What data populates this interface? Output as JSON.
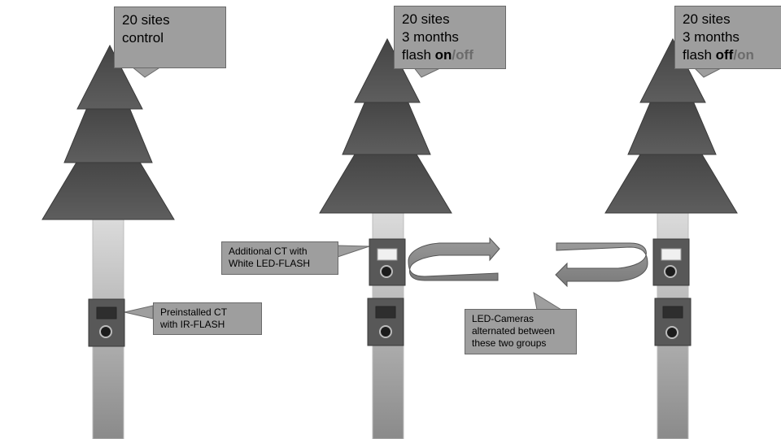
{
  "callouts": {
    "control": {
      "line1": "20 sites",
      "line2": "control"
    },
    "group_a": {
      "line1": "20 sites",
      "line2": "3 months",
      "flash_prefix": "flash ",
      "flash_active": "on",
      "flash_sep": "/",
      "flash_inactive": "off"
    },
    "group_b": {
      "line1": "20 sites",
      "line2": "3 months",
      "flash_prefix": "flash ",
      "flash_active": "off",
      "flash_sep": "/",
      "flash_inactive": "on"
    },
    "preinstalled": {
      "line1": "Preinstalled CT",
      "line2": "with IR-FLASH"
    },
    "additional": {
      "line1": "Additional CT with",
      "line2": "White LED-FLASH"
    },
    "alternation": {
      "line1": "LED-Cameras",
      "line2": "alternated between",
      "line3": "these two groups"
    }
  },
  "colors": {
    "callout_fill": "#9e9e9e",
    "tree_foliage": "#4f4f4f",
    "trunk_light": "#dcdcdc",
    "trunk_dark": "#8a8a8a",
    "camera_body": "#585858",
    "flash_ir": "#2e2e2e",
    "flash_led": "#f0f0f0",
    "muted_text": "#6b6b6b"
  }
}
